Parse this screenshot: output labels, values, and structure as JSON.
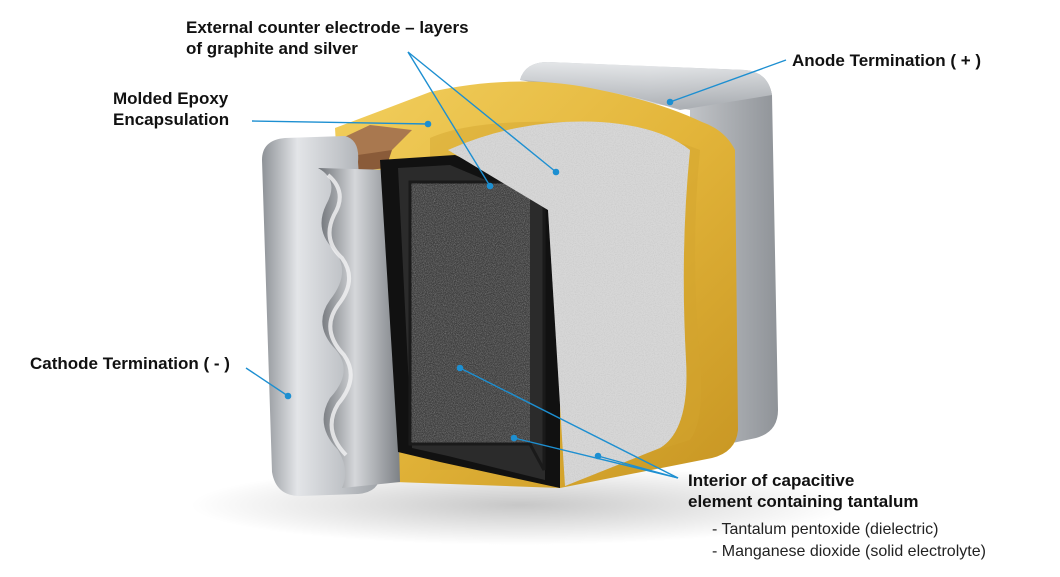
{
  "labels": {
    "external_counter_electrode": "External counter electrode – layers\nof graphite and silver",
    "anode_termination": "Anode Termination ( + )",
    "molded_epoxy": "Molded Epoxy\nEncapsulation",
    "cathode_termination": "Cathode Termination ( - )",
    "interior_element": "Interior of capacitive\nelement containing tantalum",
    "interior_details": [
      "- Tantalum pentoxide (dielectric)",
      "- Manganese dioxide (solid electrolyte)"
    ]
  },
  "colors": {
    "leader_line": "#1d8fd1",
    "epoxy_yellow": "#e6b93b",
    "termination_silver": "#b9bcc0",
    "counter_electrode_black": "#1c1c1c",
    "tantalum_gray": "#d2d2d2"
  }
}
